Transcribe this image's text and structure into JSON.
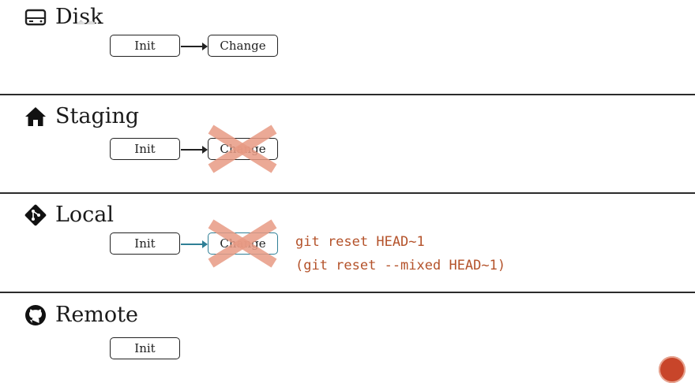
{
  "sections": [
    {
      "title": "Disk",
      "icon": "disk-drive-icon"
    },
    {
      "title": "Staging",
      "icon": "house-icon"
    },
    {
      "title": "Local",
      "icon": "git-icon"
    },
    {
      "title": "Remote",
      "icon": "github-icon"
    }
  ],
  "nodes": {
    "init": "Init",
    "change": "Change"
  },
  "commands": {
    "reset": "git reset HEAD~1",
    "reset_mixed": "(git reset --mixed HEAD~1)"
  },
  "colors": {
    "cross": "#e89a84",
    "command": "#b4522a",
    "highlight_border": "#2f7f96",
    "badge": "#c8452a"
  }
}
